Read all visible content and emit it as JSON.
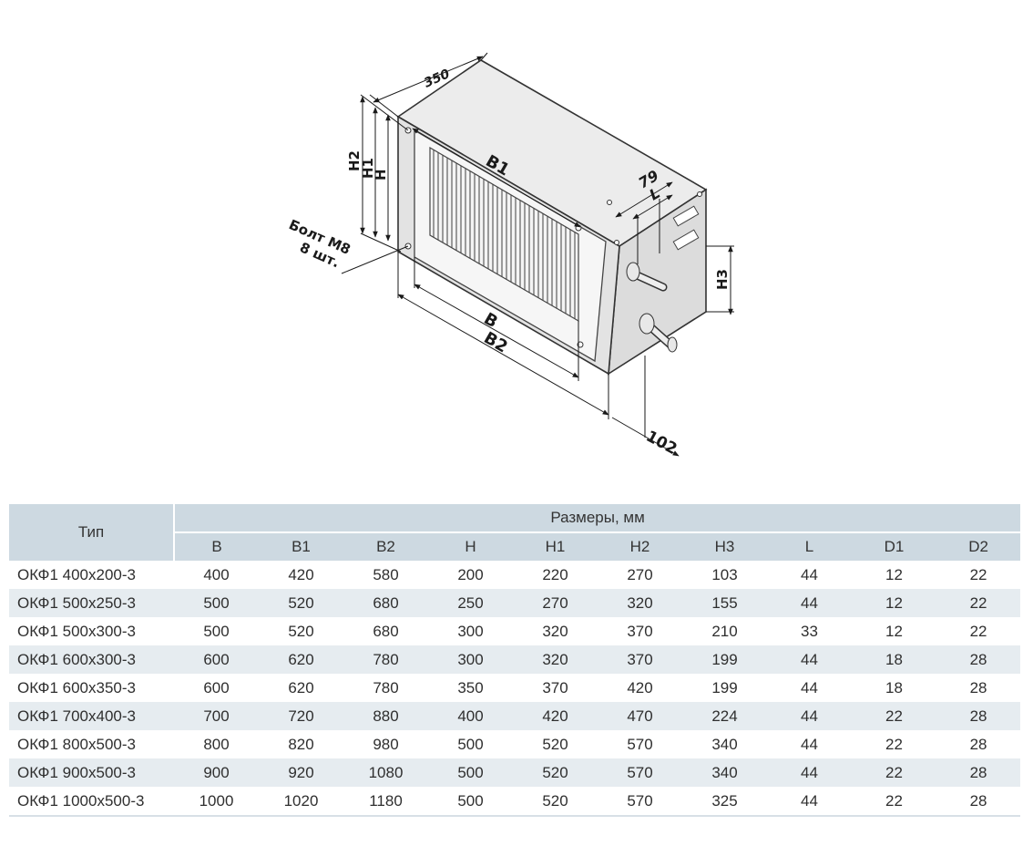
{
  "drawing": {
    "dims": {
      "depth": "350",
      "b1": "B1",
      "b": "B",
      "b2": "B2",
      "h": "H",
      "h1": "H1",
      "h2": "H2",
      "h3": "H3",
      "l": "L",
      "d79": "79",
      "d102": "102",
      "bolt_line1": "Болт М8",
      "bolt_line2": "8 шт."
    }
  },
  "table": {
    "type_header": "Тип",
    "group_header": "Размеры, мм",
    "columns": [
      "B",
      "B1",
      "B2",
      "H",
      "H1",
      "H2",
      "H3",
      "L",
      "D1",
      "D2"
    ],
    "rows": [
      [
        "ОКФ1 400х200-3",
        "400",
        "420",
        "580",
        "200",
        "220",
        "270",
        "103",
        "44",
        "12",
        "22"
      ],
      [
        "ОКФ1 500х250-3",
        "500",
        "520",
        "680",
        "250",
        "270",
        "320",
        "155",
        "44",
        "12",
        "22"
      ],
      [
        "ОКФ1 500х300-3",
        "500",
        "520",
        "680",
        "300",
        "320",
        "370",
        "210",
        "33",
        "12",
        "22"
      ],
      [
        "ОКФ1 600х300-3",
        "600",
        "620",
        "780",
        "300",
        "320",
        "370",
        "199",
        "44",
        "18",
        "28"
      ],
      [
        "ОКФ1 600х350-3",
        "600",
        "620",
        "780",
        "350",
        "370",
        "420",
        "199",
        "44",
        "18",
        "28"
      ],
      [
        "ОКФ1 700х400-3",
        "700",
        "720",
        "880",
        "400",
        "420",
        "470",
        "224",
        "44",
        "22",
        "28"
      ],
      [
        "ОКФ1 800х500-3",
        "800",
        "820",
        "980",
        "500",
        "520",
        "570",
        "340",
        "44",
        "22",
        "28"
      ],
      [
        "ОКФ1 900х500-3",
        "900",
        "920",
        "1080",
        "500",
        "520",
        "570",
        "340",
        "44",
        "22",
        "28"
      ],
      [
        "ОКФ1 1000х500-3",
        "1000",
        "1020",
        "1180",
        "500",
        "520",
        "570",
        "325",
        "44",
        "22",
        "28"
      ]
    ]
  }
}
